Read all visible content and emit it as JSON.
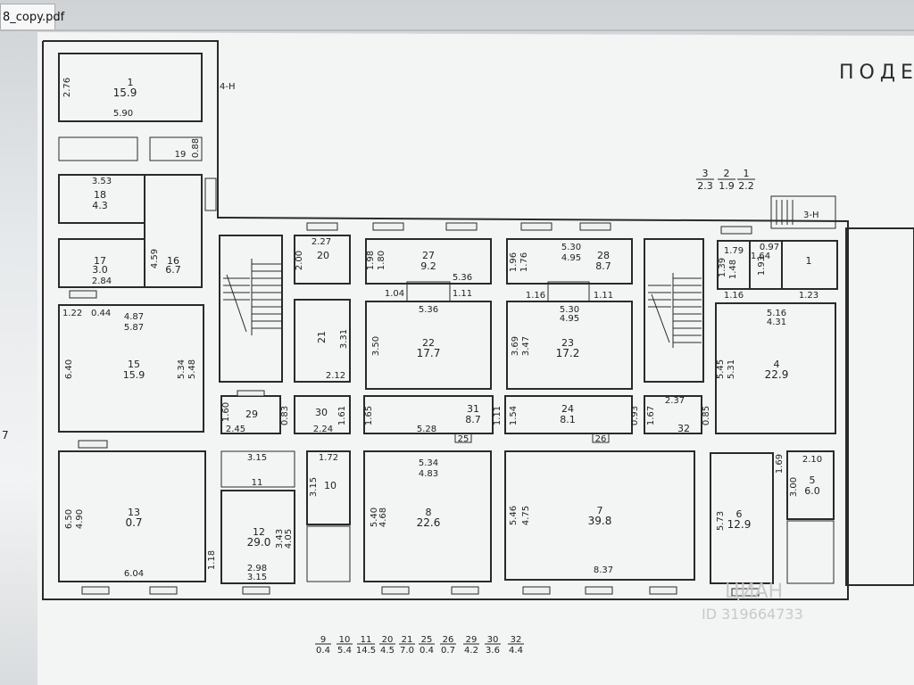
{
  "tab": {
    "title": "8_copy.pdf"
  },
  "header": {
    "text": "ПОДЕ"
  },
  "watermark": {
    "line1": "ЦИАН",
    "line2": "ID 319664733"
  },
  "left_edge_mark": "7",
  "rooms": {
    "r1": {
      "num": "1",
      "area": "15.9",
      "dim_h": "2.76",
      "dim_w": "5.90",
      "note": "4-Н"
    },
    "r19": {
      "num": "19",
      "dim": "0.88"
    },
    "r18": {
      "num": "18",
      "area": "4.3",
      "dim": "3.53"
    },
    "r17": {
      "num": "17",
      "area": "3.0",
      "dim": "2.84"
    },
    "r16": {
      "num": "16",
      "area": "6.7",
      "dim": "4.59"
    },
    "r15": {
      "num": "15",
      "area": "15.9",
      "top1": "1.22",
      "top2": "0.44",
      "top3": "4.87",
      "top4": "5.87",
      "side1": "6.40",
      "side2": "5.34",
      "side3": "5.48"
    },
    "r20": {
      "num": "20",
      "dim_top": "2.27",
      "dim_side": "2.00"
    },
    "r21": {
      "num": "21",
      "dim_side": "3.31",
      "dim_bottom": "2.12"
    },
    "r27": {
      "num": "27",
      "area": "9.2",
      "d1": "1.98",
      "d2": "1.80",
      "d3": "5.36",
      "d4": "1.04",
      "d5": "1.11",
      "d6": "5.36"
    },
    "r28": {
      "num": "28",
      "area": "8.7",
      "d1": "5.30",
      "d2": "4.95",
      "d3": "1.96",
      "d4": "1.76",
      "d5": "1.16",
      "d6": "1.11"
    },
    "r22": {
      "num": "22",
      "area": "17.7",
      "d1": "3.50",
      "d2": "5.36"
    },
    "r23": {
      "num": "23",
      "area": "17.2",
      "d1": "5.30",
      "d2": "4.95",
      "d3": "3.69",
      "d4": "3.47"
    },
    "rA": {
      "num": "1",
      "d1": "1.79",
      "d2": "1.64",
      "d3": "0.97",
      "d4": "1.39",
      "d5": "1.48",
      "d6": "1.93",
      "d7": "1.16",
      "d8": "1.23",
      "note": "3-Н"
    },
    "r4": {
      "num": "4",
      "area": "22.9",
      "d1": "5.16",
      "d2": "4.31",
      "d3": "5.45",
      "d4": "5.31"
    },
    "r29": {
      "num": "29",
      "d1": "1.60",
      "d2": "2.45"
    },
    "r30": {
      "num": "30",
      "d1": "0.83",
      "d2": "1.61",
      "d3": "2.24"
    },
    "r31": {
      "num": "31",
      "area": "8.7",
      "d1": "1.65",
      "d2": "5.28",
      "d3": "1.11"
    },
    "r24": {
      "num": "24",
      "area": "8.1",
      "d1": "1.54",
      "d2": "0.93"
    },
    "r25": {
      "num": "25"
    },
    "r26": {
      "num": "26"
    },
    "r32": {
      "num": "32",
      "d1": "2.37",
      "d2": "1.67",
      "d3": "0.85"
    },
    "r13": {
      "num": "13",
      "area": "0.7",
      "d1": "6.50",
      "d2": "4.90",
      "d3": "6.04"
    },
    "r11": {
      "num": "11",
      "d1": "3.15"
    },
    "r12": {
      "num": "12",
      "area": "29.0",
      "d1": "3.43",
      "d2": "4.05",
      "d3": "2.98",
      "d4": "3.15",
      "d5": "1.18"
    },
    "r10": {
      "num": "10",
      "d1": "1.72",
      "d2": "3.15"
    },
    "r8": {
      "num": "8",
      "area": "22.6",
      "d1": "5.34",
      "d2": "4.83",
      "d3": "5.40",
      "d4": "4.68"
    },
    "r7": {
      "num": "7",
      "area": "39.8",
      "d1": "5.46",
      "d2": "4.75",
      "d3": "8.37"
    },
    "r6": {
      "num": "6",
      "area": "12.9",
      "d1": "5.73",
      "d2": "1.69"
    },
    "r5": {
      "num": "5",
      "area": "6.0",
      "d1": "2.10",
      "d2": "3.00"
    }
  },
  "legend_top": [
    {
      "num": "3",
      "area": "2.3"
    },
    {
      "num": "2",
      "area": "1.9"
    },
    {
      "num": "1",
      "area": "2.2"
    }
  ],
  "legend_bottom": [
    {
      "num": "9",
      "area": "0.4"
    },
    {
      "num": "10",
      "area": "5.4"
    },
    {
      "num": "11",
      "area": "14.5"
    },
    {
      "num": "20",
      "area": "4.5"
    },
    {
      "num": "21",
      "area": "7.0"
    },
    {
      "num": "25",
      "area": "0.4"
    },
    {
      "num": "26",
      "area": "0.7"
    },
    {
      "num": "29",
      "area": "4.2"
    },
    {
      "num": "30",
      "area": "3.6"
    },
    {
      "num": "32",
      "area": "4.4"
    }
  ]
}
